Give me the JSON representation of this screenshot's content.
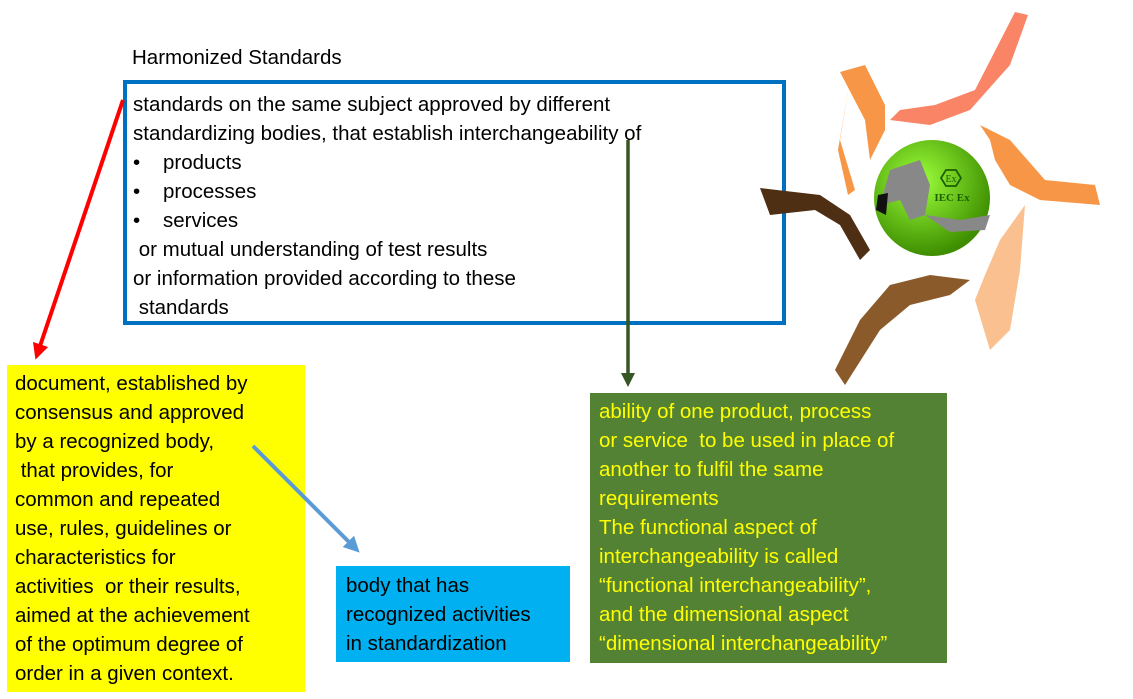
{
  "title": "Harmonized Standards",
  "definition": {
    "lines_top": [
      "standards on the same subject approved by different",
      "standardizing bodies, that establish interchangeability of"
    ],
    "bullet_char": "•",
    "bullets": [
      "products",
      "processes",
      "services"
    ],
    "lines_bottom": [
      " or mutual understanding of test results",
      "or information provided according to these",
      " standards"
    ]
  },
  "standard_box": {
    "lines": [
      "document, established by",
      "consensus and approved",
      "by a recognized body,",
      " that provides, for",
      "common and repeated",
      "use, rules, guidelines or",
      "characteristics for",
      "activities  or their results,",
      "aimed at the achievement",
      "of the optimum degree of",
      "order in a given context."
    ]
  },
  "body_box": {
    "lines": [
      "body that has",
      "recognized activities",
      "in standardization"
    ]
  },
  "interchangeability_box": {
    "lines": [
      "ability of one product, process",
      "or service  to be used in place of",
      "another to fulfil the same",
      "requirements",
      "The functional aspect of",
      "interchangeability is called",
      "“functional interchangeability”,",
      "and the dimensional aspect",
      "“dimensional interchangeability”"
    ]
  },
  "logo": {
    "text": "IEC Ex",
    "mark": "Ex"
  },
  "colors": {
    "blue_border": "#0070C0",
    "red_arrow": "#FF0000",
    "green_arrow": "#375623",
    "blue_arrow": "#5B9BD5",
    "yellow": "#FFFF00",
    "cyan": "#00B0F0",
    "green": "#548235"
  }
}
